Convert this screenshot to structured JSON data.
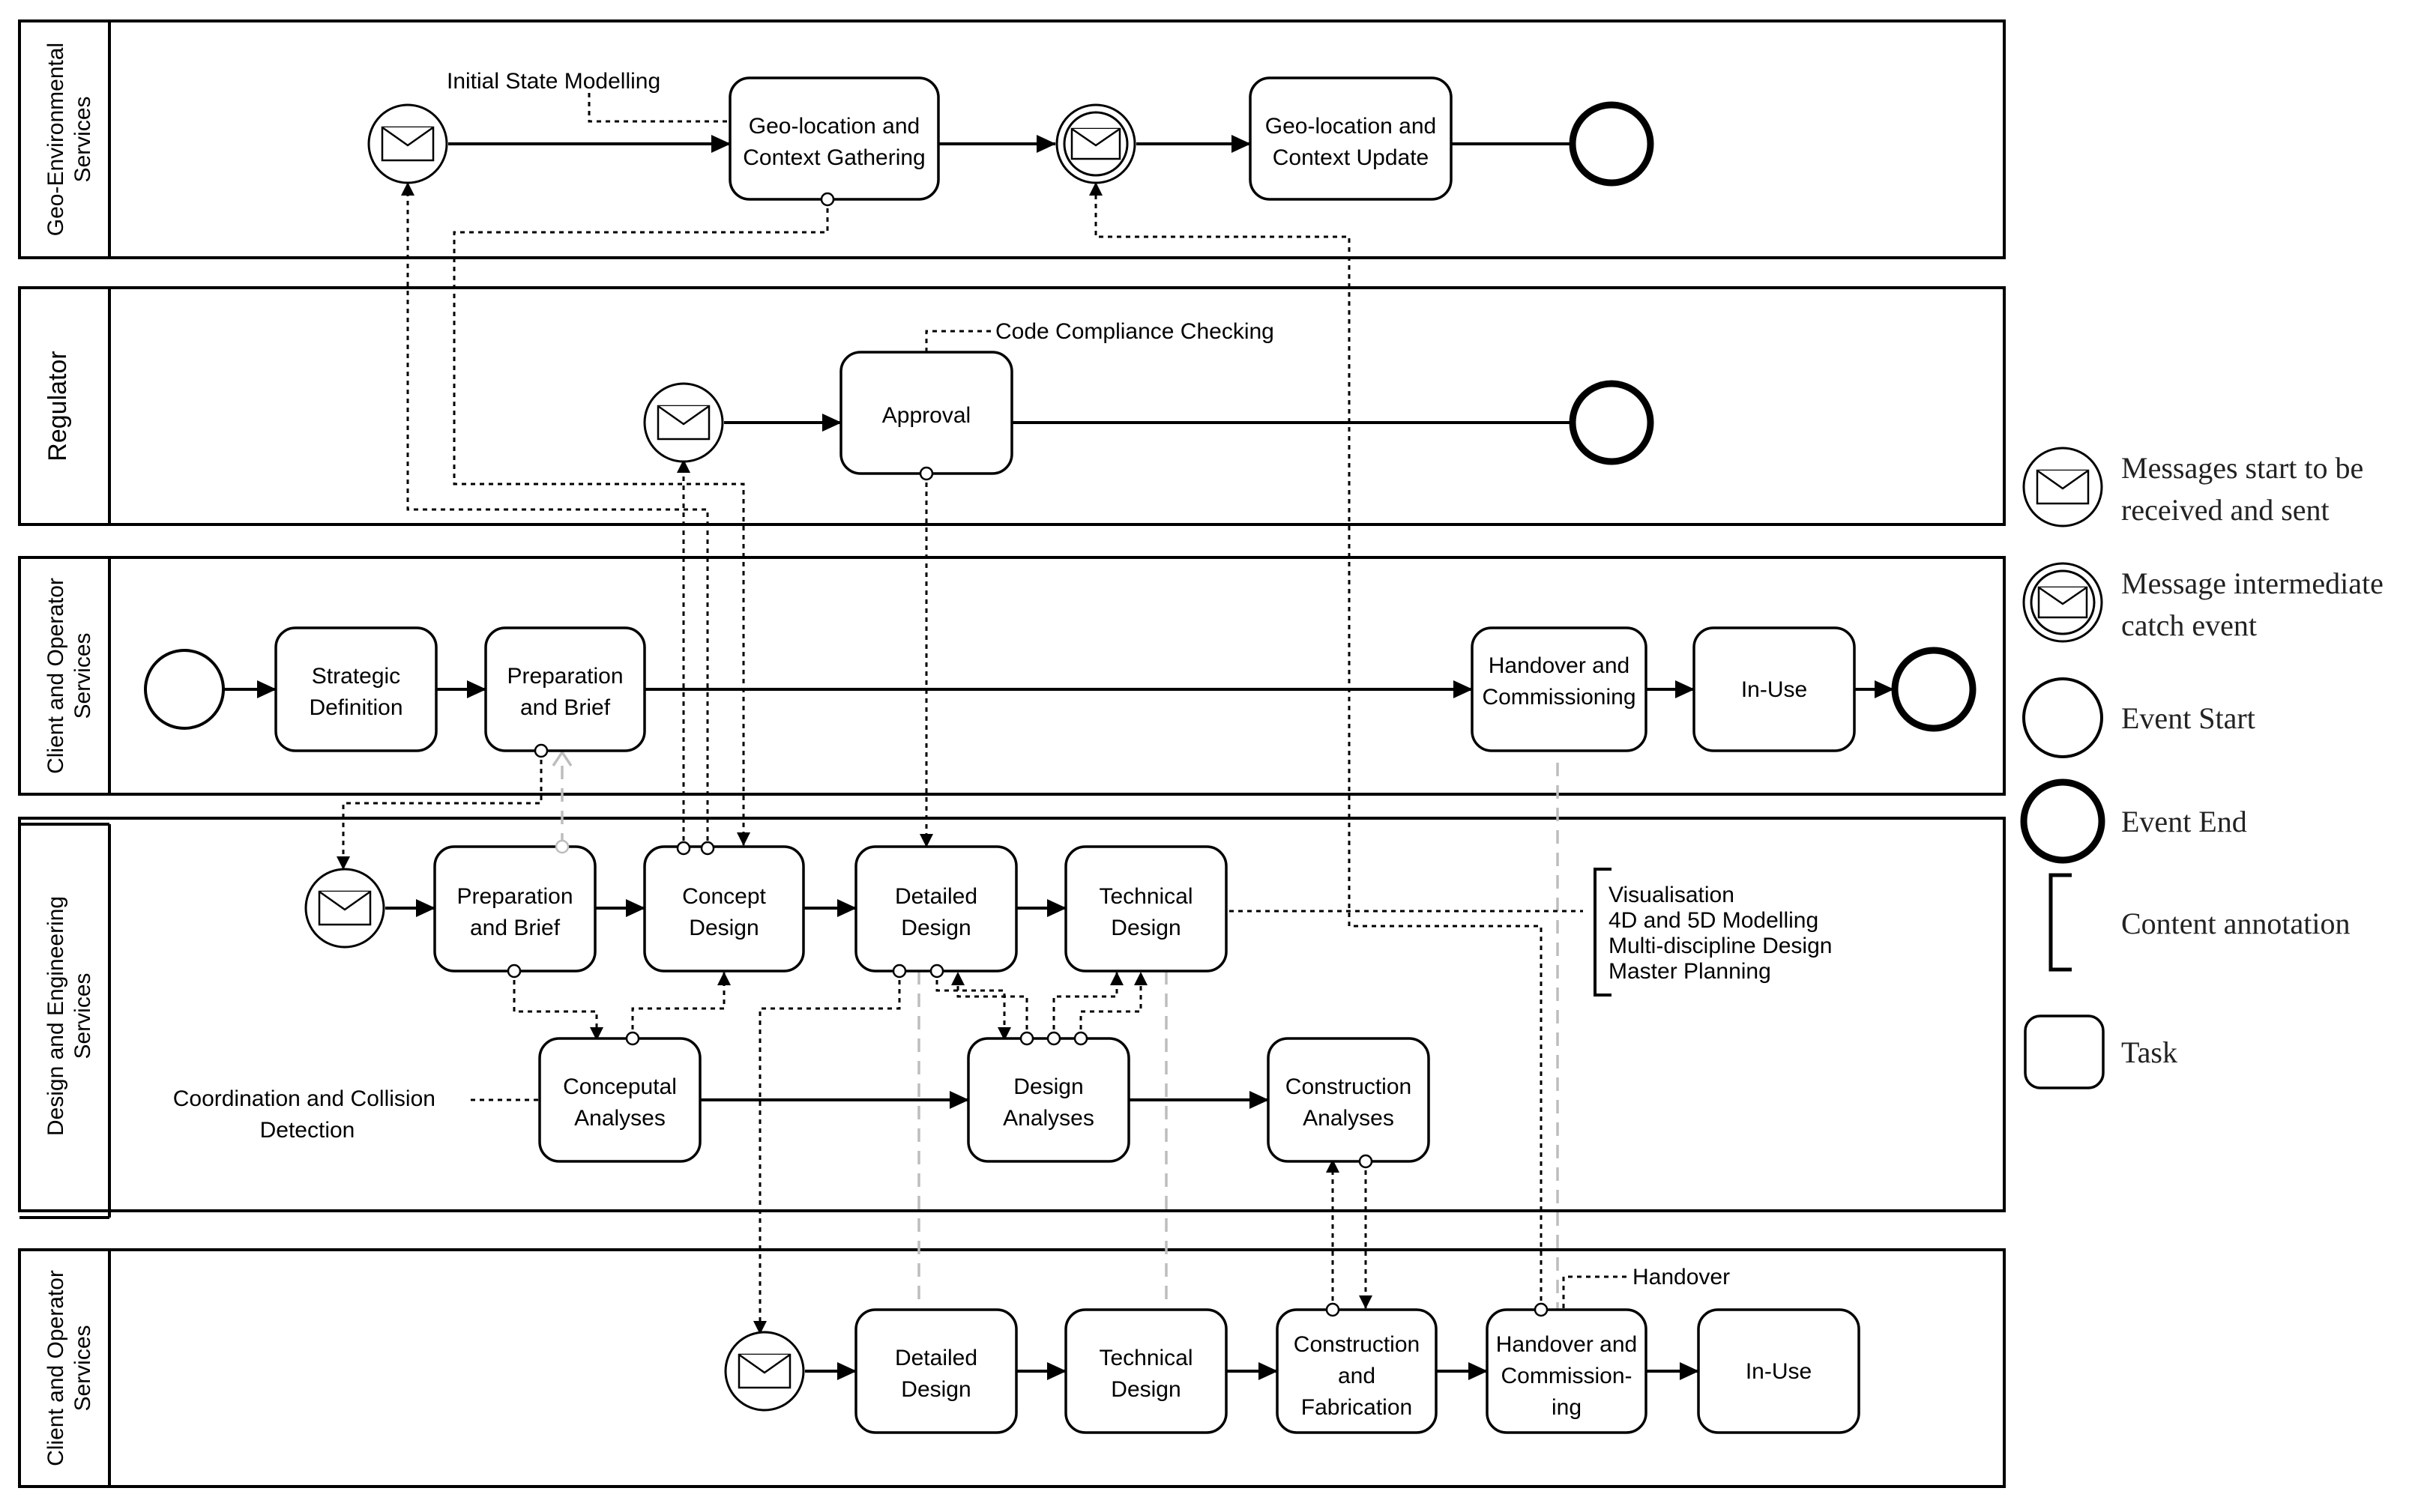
{
  "lanes": {
    "geo": "Geo-Environmental Services",
    "regulator": "Regulator",
    "client_top": "Client and Operator Services",
    "design": "Design and Engineering Services",
    "client_bottom": "Client and Operator Services"
  },
  "tasks": {
    "geo_gathering": [
      "Geo-location and",
      "Context Gathering"
    ],
    "geo_update": [
      "Geo-location and",
      "Context Update"
    ],
    "approval": [
      "Approval"
    ],
    "strategic": [
      "Strategic",
      "Definition"
    ],
    "prep_client": [
      "Preparation",
      "and Brief"
    ],
    "handover_client": [
      "Handover and",
      "Commissioning"
    ],
    "inuse_client": [
      "In-Use"
    ],
    "prep_design": [
      "Preparation",
      "and Brief"
    ],
    "concept_design": [
      "Concept",
      "Design"
    ],
    "detailed_design": [
      "Detailed",
      "Design"
    ],
    "technical_design": [
      "Technical",
      "Design"
    ],
    "conceptual_analyses": [
      "Conceputal",
      "Analyses"
    ],
    "design_analyses": [
      "Design",
      "Analyses"
    ],
    "construction_analyses": [
      "Construction",
      "Analyses"
    ],
    "detailed_bottom": [
      "Detailed",
      "Design"
    ],
    "technical_bottom": [
      "Technical",
      "Design"
    ],
    "construction_fab": [
      "Construction",
      "and",
      "Fabrication"
    ],
    "handover_bottom": [
      "Handover and",
      "Commission-",
      "ing"
    ],
    "inuse_bottom": [
      "In-Use"
    ]
  },
  "annotations": {
    "initial_state": "Initial State Modelling",
    "code_compliance": "Code Compliance Checking",
    "coordination": [
      "Coordination and Collision",
      "Detection"
    ],
    "content_list": [
      "Visualisation",
      "4D and 5D Modelling",
      "Multi-discipline Design",
      "Master Planning"
    ],
    "handover": "Handover"
  },
  "legend": {
    "message_start": [
      "Messages start to be",
      "received and sent"
    ],
    "message_intermediate": [
      "Message intermediate",
      "catch event"
    ],
    "event_start": "Event Start",
    "event_end": "Event End",
    "content_annotation": "Content annotation",
    "task": "Task"
  }
}
